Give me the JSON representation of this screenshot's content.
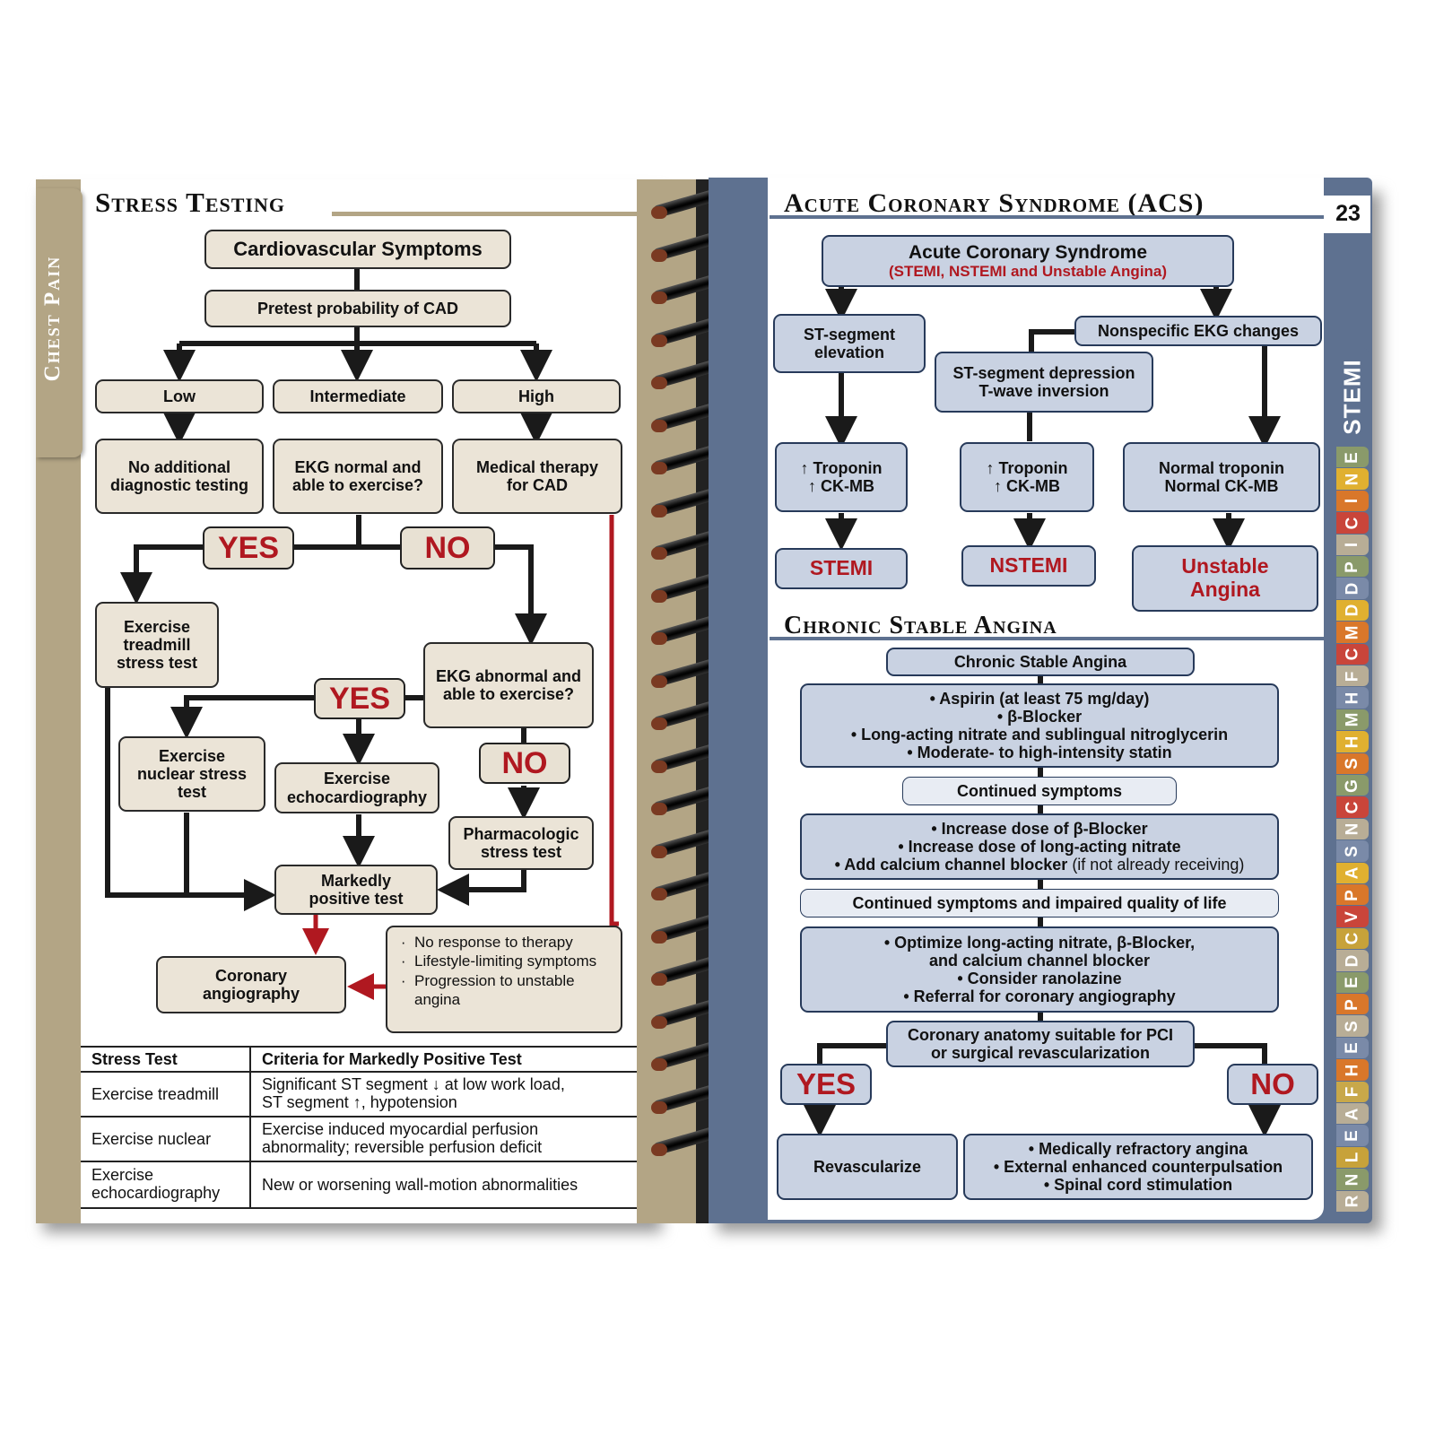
{
  "left_page": {
    "side_tab": "Chest Pain",
    "title": "Stress Testing",
    "flow": {
      "symptoms": "Cardiovascular Symptoms",
      "pretest": "Pretest probability of CAD",
      "low": "Low",
      "intermediate": "Intermediate",
      "high": "High",
      "no_additional": "No additional\ndiagnostic testing",
      "ekg_normal": "EKG normal and\nable to exercise?",
      "medical_therapy": "Medical therapy\nfor CAD",
      "yes1": "YES",
      "no1": "NO",
      "exercise_treadmill": "Exercise\ntreadmill\nstress test",
      "ekg_abnormal": "EKG abnormal and\nable to exercise?",
      "yes2": "YES",
      "no2": "NO",
      "exercise_nuclear": "Exercise\nnuclear stress\ntest",
      "exercise_echo": "Exercise\nechocardiography",
      "pharmacologic": "Pharmacologic\nstress test",
      "markedly_positive": "Markedly\npositive test",
      "coronary_angiography": "Coronary\nangiography",
      "criteria_list": [
        "No response to therapy",
        "Lifestyle-limiting symptoms",
        "Progression to unstable angina"
      ]
    },
    "table": {
      "headers": [
        "Stress Test",
        "Criteria for Markedly Positive Test"
      ],
      "rows": [
        [
          "Exercise treadmill",
          "Significant ST segment ↓ at low work load,\nST segment ↑, hypotension"
        ],
        [
          "Exercise nuclear",
          "Exercise induced myocardial perfusion\nabnormality; reversible perfusion deficit"
        ],
        [
          "Exercise\nechocardiography",
          "New or worsening wall-motion abnormalities"
        ]
      ]
    }
  },
  "right_page": {
    "page_number": "23",
    "acs_title": "Acute Coronary Syndrome (ACS)",
    "acs": {
      "main": "Acute Coronary Syndrome",
      "main_sub": "(STEMI, NSTEMI and Unstable Angina)",
      "st_elevation": "ST-segment\nelevation",
      "nonspecific": "Nonspecific EKG changes",
      "st_depression": "ST-segment depression\nT-wave inversion",
      "troponin_up_1": "↑ Troponin\n↑ CK-MB",
      "troponin_up_2": "↑ Troponin\n↑ CK-MB",
      "normal_troponin": "Normal troponin\nNormal CK-MB",
      "stemi": "STEMI",
      "nstemi": "NSTEMI",
      "unstable": "Unstable\nAngina"
    },
    "csa_title": "Chronic Stable Angina",
    "csa": {
      "main": "Chronic Stable Angina",
      "step1": "• Aspirin (at least 75 mg/day)\n• β-Blocker\n• Long-acting nitrate and sublingual nitroglycerin\n• Moderate- to high-intensity statin",
      "continued": "Continued symptoms",
      "step2": "• Increase dose of β-Blocker\n• Increase dose of long-acting nitrate",
      "step2_last": "• Add calcium channel blocker",
      "step2_note": "(if not already receiving)",
      "continued_quality": "Continued symptoms and impaired quality of life",
      "step3": "• Optimize long-acting nitrate, β-Blocker,\nand calcium channel blocker\n• Consider ranolazine\n• Referral for coronary angiography",
      "anatomy": "Coronary anatomy suitable for PCI\nor surgical revascularization",
      "yes": "YES",
      "no": "NO",
      "revascularize": "Revascularize",
      "refractory": "• Medically refractory angina\n• External enhanced counterpulsation\n• Spinal cord stimulation"
    },
    "index_tabs": [
      {
        "label": "R",
        "color": "#b8ad96"
      },
      {
        "label": "N",
        "color": "#8a9a6a"
      },
      {
        "label": "L",
        "color": "#c7a23a"
      },
      {
        "label": "E",
        "color": "#7a8aa8"
      },
      {
        "label": "A",
        "color": "#b8ad96"
      },
      {
        "label": "F",
        "color": "#c8a84a"
      },
      {
        "label": "H",
        "color": "#d9772a"
      },
      {
        "label": "E",
        "color": "#7a8aa8"
      },
      {
        "label": "S",
        "color": "#b8ad96"
      },
      {
        "label": "P",
        "color": "#d9772a"
      },
      {
        "label": "E",
        "color": "#8a9a6a"
      },
      {
        "label": "D",
        "color": "#b8ad96"
      },
      {
        "label": "C",
        "color": "#c7a23a"
      },
      {
        "label": "V",
        "color": "#c9453a"
      },
      {
        "label": "P",
        "color": "#d9772a"
      },
      {
        "label": "A",
        "color": "#e0b030"
      },
      {
        "label": "S",
        "color": "#7a8aa8"
      },
      {
        "label": "N",
        "color": "#b8ad96"
      },
      {
        "label": "C",
        "color": "#c9453a"
      },
      {
        "label": "G",
        "color": "#8a9a6a"
      },
      {
        "label": "S",
        "color": "#d9772a"
      },
      {
        "label": "H",
        "color": "#e0b030"
      },
      {
        "label": "M",
        "color": "#8a9a6a"
      },
      {
        "label": "H",
        "color": "#7a8aa8"
      },
      {
        "label": "F",
        "color": "#b8ad96"
      },
      {
        "label": "C",
        "color": "#c9453a"
      },
      {
        "label": "M",
        "color": "#d9772a"
      },
      {
        "label": "D",
        "color": "#e0b030"
      },
      {
        "label": "D",
        "color": "#7a8aa8"
      },
      {
        "label": "P",
        "color": "#8a9a6a"
      },
      {
        "label": "I",
        "color": "#b8ad96"
      },
      {
        "label": "C",
        "color": "#c9453a"
      },
      {
        "label": "I",
        "color": "#d9772a"
      },
      {
        "label": "N",
        "color": "#e0b030"
      },
      {
        "label": "E",
        "color": "#8a9a6a"
      },
      {
        "label": "STEMI",
        "color": "#5e7190"
      }
    ]
  },
  "colors": {
    "tan": "#b3a585",
    "slate": "#5e7190",
    "red": "#b01820",
    "box_tan": "#ebe4d7",
    "box_blue": "#c9d2e2"
  }
}
